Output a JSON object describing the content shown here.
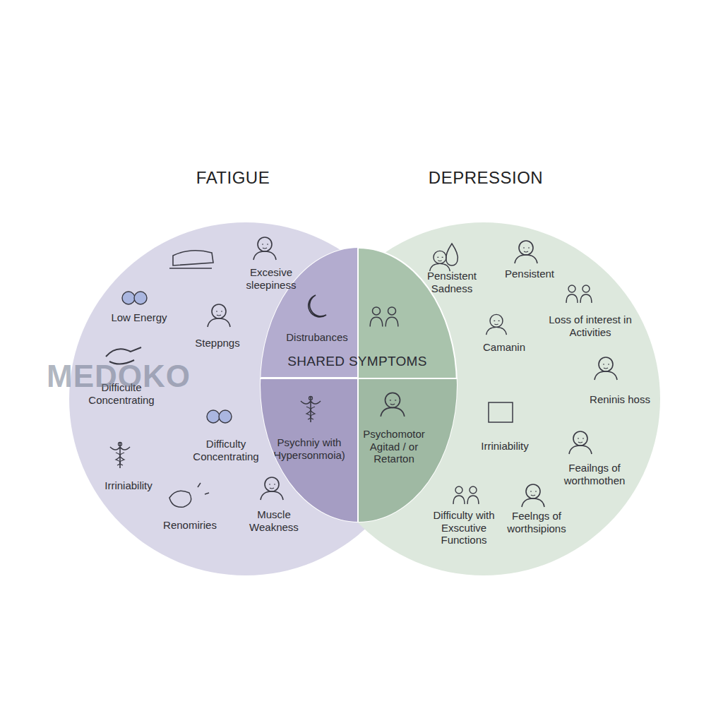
{
  "diagram": {
    "nodes": [
      {
        "text": [
          "FATIGUE",
          "Excesive sleepiness",
          "Low Energy",
          "Steppngs",
          "Difficulte Concentrating",
          "Difficulty Concentrating",
          "Irriniability",
          "Renomiries",
          "Muscle Weakness"
        ]
      },
      {
        "text": [
          "DEPRESSION",
          "Pensistent Sadness",
          "Pensistent",
          "Loss of interest in Activities",
          "Camanin",
          "Reninis hoss",
          "Irriniability",
          "Feailngs of worthmothen",
          "Difficulty with Exscutive Functions",
          "Feelngs of worthsipions"
        ]
      },
      {
        "text": [
          "SHARED SYMPTOMS"
        ]
      },
      {
        "text": [
          "Distrubances"
        ],
        "in": 2
      },
      {
        "text": [
          "Psychniy with Hypersonmoia)"
        ],
        "in": 2
      },
      {
        "text": [
          "Psychomotor Agitad / or Retarton"
        ],
        "in": 2
      }
    ],
    "labels": [
      "MEDOKO"
    ]
  }
}
